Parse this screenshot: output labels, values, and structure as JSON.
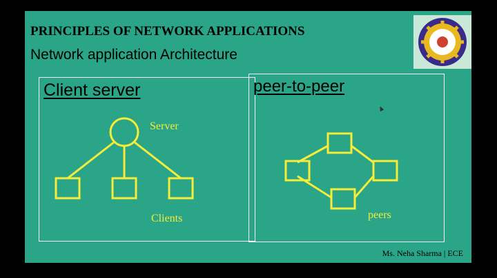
{
  "slide": {
    "title": "PRINCIPLES OF NETWORK APPLICATIONS",
    "subtitle": "Network application Architecture",
    "footer": "Ms. Neha Sharma | ECE"
  },
  "left_panel": {
    "title": "Client server",
    "server_label": "Server",
    "clients_label": "Clients"
  },
  "right_panel": {
    "title": "peer-to-peer",
    "peers_label": "peers"
  },
  "colors": {
    "slide_background": "#2aa587",
    "diagram_stroke": "#f6ec3a",
    "outer_background": "#000000"
  }
}
